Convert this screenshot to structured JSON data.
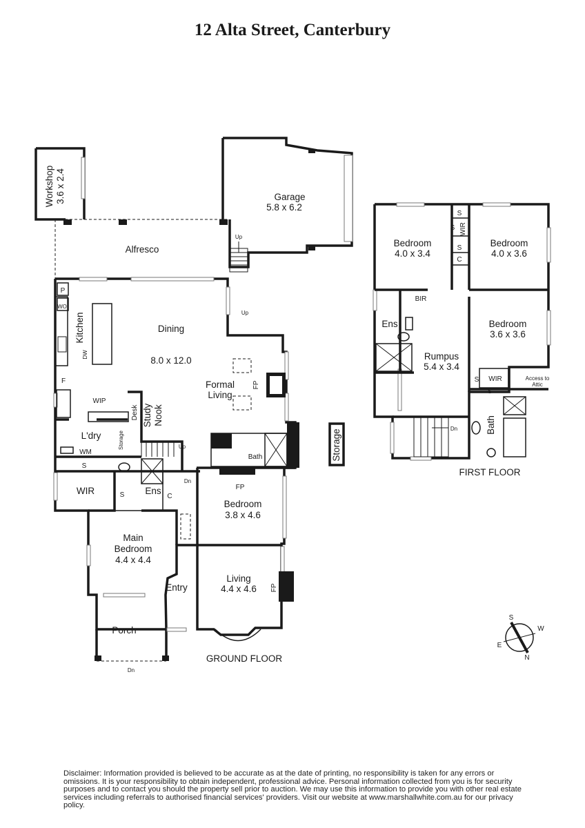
{
  "title": "12 Alta Street, Canterbury",
  "ground_floor": {
    "label": "GROUND FLOOR",
    "rooms": {
      "workshop": "Workshop",
      "workshop_dim": "3.6 x 2.4",
      "garage": "Garage",
      "garage_dim": "5.8 x 6.2",
      "alfresco": "Alfresco",
      "p": "P",
      "wo": "WO",
      "kitchen": "Kitchen",
      "dw": "DW",
      "f": "F",
      "dining": "Dining",
      "dining_dim": "8.0 x 12.0",
      "formal_living_1": "Formal",
      "formal_living_2": "Living",
      "wip": "WIP",
      "desk": "Desk",
      "study_1": "Study",
      "study_2": "Nook",
      "laundry": "L'dry",
      "storage_small": "Storage",
      "wm": "WM",
      "bath": "Bath",
      "fp": "FP",
      "s": "S",
      "wir": "WIR",
      "ens": "Ens",
      "c": "C",
      "main_bedroom_1": "Main",
      "main_bedroom_2": "Bedroom",
      "main_bedroom_dim": "4.4 x 4.4",
      "bedroom": "Bedroom",
      "bedroom_dim": "3.8 x 4.6",
      "entry": "Entry",
      "living": "Living",
      "living_dim": "4.4 x 4.6",
      "porch": "Porch",
      "up": "Up",
      "dn": "Dn"
    }
  },
  "storage_label": "Storage",
  "first_floor": {
    "label": "FIRST FLOOR",
    "rooms": {
      "bedroom": "Bedroom",
      "bedroom1_dim": "4.0 x 3.4",
      "bedroom2_dim": "4.0 x 3.6",
      "bedroom3_dim": "3.6 x 3.6",
      "s": "S",
      "wir": "WIR",
      "c": "C",
      "bir": "BIR",
      "ens": "Ens",
      "rumpus": "Rumpus",
      "rumpus_dim": "5.4 x 3.4",
      "access_1": "Access to",
      "access_2": "Attic",
      "bath": "Bath",
      "dn": "Dn"
    }
  },
  "compass": {
    "s": "S",
    "w": "W",
    "e": "E",
    "n": "N"
  },
  "disclaimer": "Disclaimer: Information provided is believed to be accurate as at the date of printing, no responsibility is taken for any errors or omissions. It is your responsibility to obtain independent, professional advice. Personal information collected from you is for security purposes and to contact you should the property sell prior to auction. We may use this information to provide you with other real estate services including referrals to authorised financial services' providers. Visit our website at www.marshallwhite.com.au for our privacy policy."
}
